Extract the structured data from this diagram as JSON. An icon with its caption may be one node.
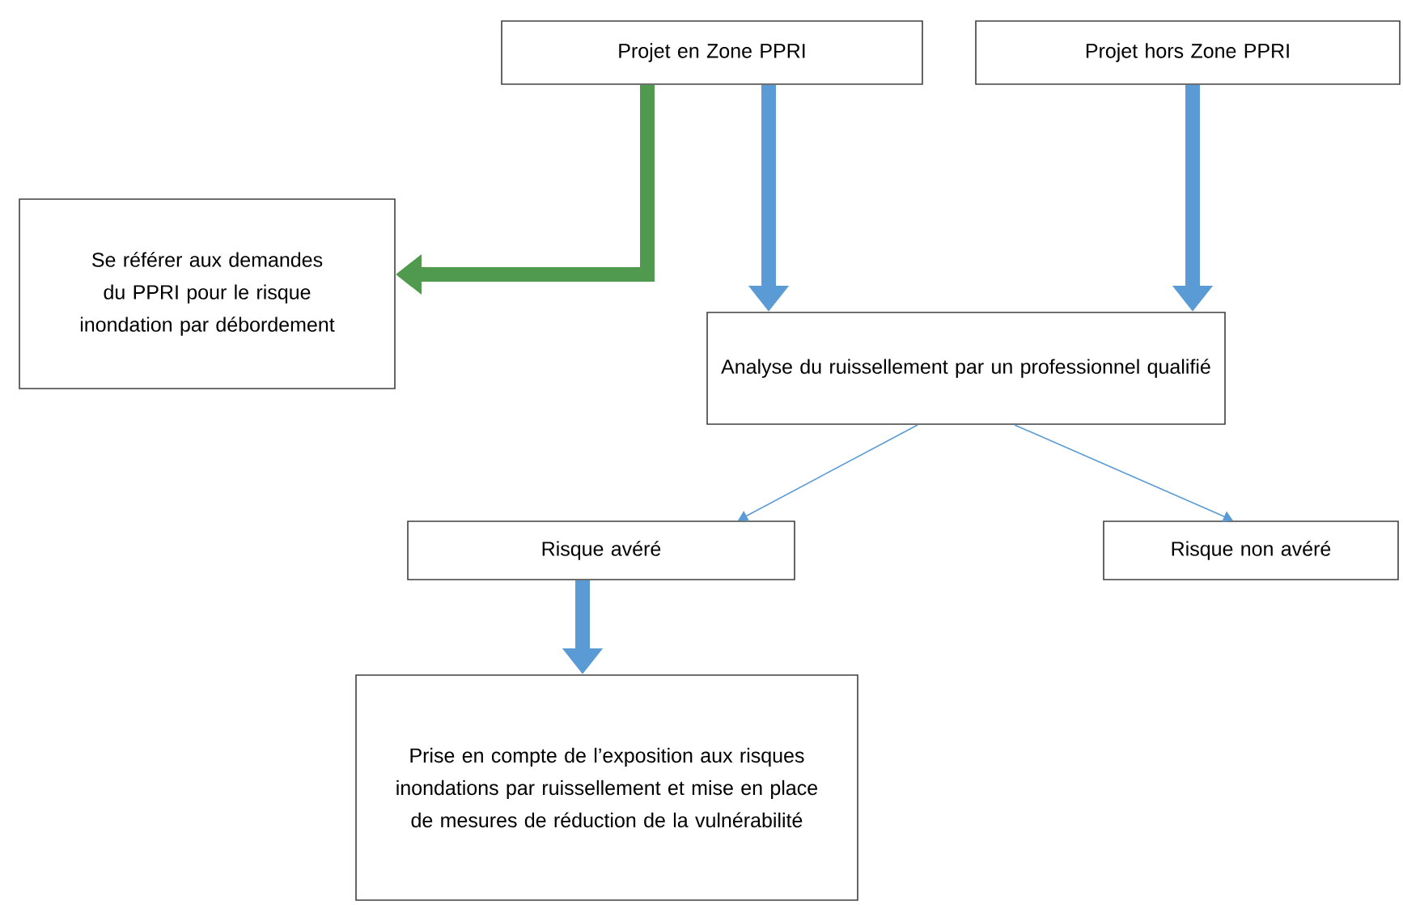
{
  "diagram": {
    "nodes": [
      {
        "text": [
          "Projet en Zone PPRI"
        ]
      },
      {
        "text": [
          "Projet hors Zone PPRI"
        ]
      },
      {
        "text": [
          "Se référer aux demandes du PPRI pour le risque inondation par débordement"
        ]
      },
      {
        "text": [
          "Analyse du ruissellement par un professionnel qualifié"
        ]
      },
      {
        "text": [
          "Risque avéré"
        ]
      },
      {
        "text": [
          "Risque non avéré"
        ]
      },
      {
        "text": [
          "Prise en compte de l’exposition aux risques inondations par ruissellement  et mise en place de mesures de réduction de la vulnérabilité"
        ]
      }
    ],
    "edges": [
      {
        "from": 0,
        "to": 2,
        "arrow": "to",
        "color": "#4f9a4f"
      },
      {
        "from": 0,
        "to": 3,
        "arrow": "to"
      },
      {
        "from": 1,
        "to": 3,
        "arrow": "to"
      },
      {
        "from": 3,
        "to": 4,
        "arrow": "to"
      },
      {
        "from": 3,
        "to": 5,
        "arrow": "to"
      },
      {
        "from": 4,
        "to": 6,
        "arrow": "to"
      }
    ]
  }
}
